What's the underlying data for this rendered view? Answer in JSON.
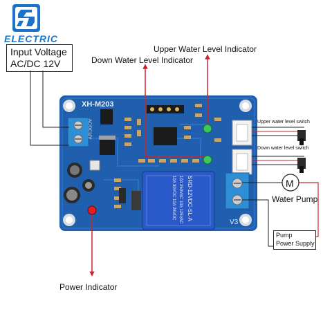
{
  "brand": {
    "name": "ELECTRIC",
    "logo_mark": "bolt-s-icon",
    "color": "#1a73c8"
  },
  "labels": {
    "input_voltage_line1": "Input Voltage",
    "input_voltage_line2": "AC/DC 12V",
    "upper_indicator": "Upper Water Level Indicator",
    "down_indicator": "Down Water Level Indicator",
    "power_indicator": "Power Indicator",
    "water_pump": "Water Pump",
    "pump_supply_line1": "Pump",
    "pump_supply_line2": "Power Supply",
    "upper_switch": "Upper water level switch",
    "down_switch": "Down water level switch"
  },
  "board": {
    "model": "XH-M203",
    "relay_text_1": "SRD-12VDC-SL-A",
    "relay_text_2": "10A 250VAC 10A 125VAC",
    "relay_text_3": "10A 30VDC 10A 28VDC",
    "input_terminal_text": "AC/DC12V",
    "u3": "V3",
    "pcb_color": "#1f5fae",
    "relay_color": "#2a59c9"
  },
  "colors": {
    "arrow": "#c8262a",
    "wire": "#222222"
  }
}
